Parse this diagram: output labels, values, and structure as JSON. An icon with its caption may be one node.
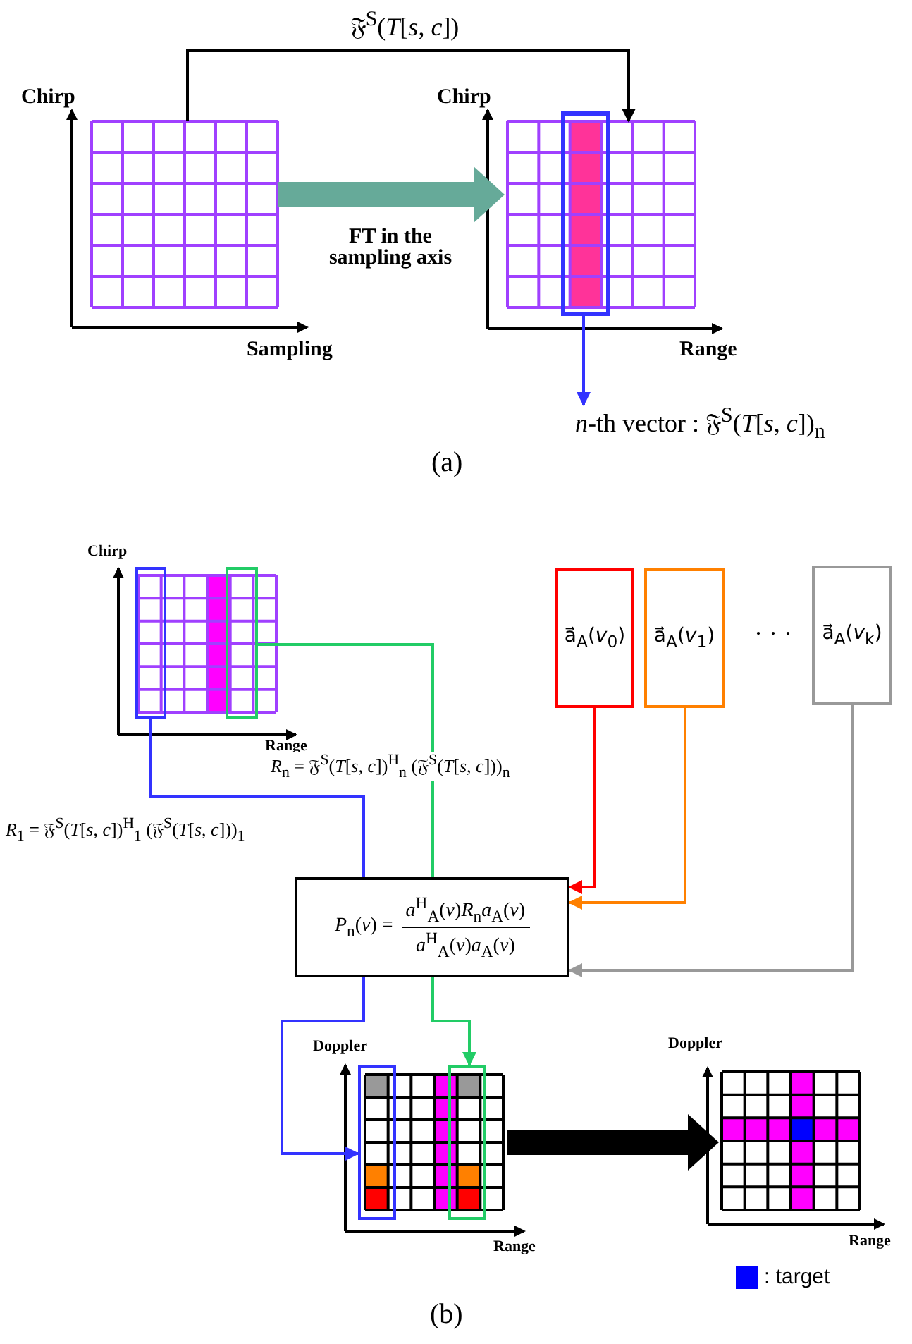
{
  "diagram": {
    "nodes": [
      {
        "text": [],
        "shape": "grid",
        "beside": [
          "Chirp",
          "Sampling"
        ]
      },
      {
        "text": [],
        "shape": "grid",
        "beside": [
          "Chirp",
          "Range"
        ]
      },
      {
        "text": [],
        "shape": "box",
        "in": 1
      },
      {
        "text": [
          "*n*-th vector :  𝔉$^{S}$(*T*[*s*, *c*])$_{n}$"
        ]
      },
      {
        "text": [],
        "shape": "grid",
        "beside": [
          "Chirp",
          "Range"
        ]
      },
      {
        "text": [],
        "shape": "box",
        "in": 4
      },
      {
        "text": [],
        "shape": "box",
        "in": 4
      },
      {
        "text": [
          "a⃗$_{A}$(*v*$_{0}$)"
        ]
      },
      {
        "text": [
          "a⃗$_{A}$(*v*$_{1}$)"
        ]
      },
      {
        "text": [
          "a⃗$_{A}$(*v*$_{k}$)"
        ]
      },
      {
        "text": [
          "*P*$_{n}$(*v*) =",
          "*a*$^{H}$$_{A}$(*v*)*R*$_{n}$*a*$_{A}$(*v*)",
          "*a*$^{H}$$_{A}$(*v*)*a*$_{A}$(*v*)"
        ]
      },
      {
        "text": [],
        "shape": "grid",
        "beside": [
          "Range"
        ]
      },
      {
        "text": [],
        "shape": "box",
        "in": 11
      },
      {
        "text": [],
        "shape": "box",
        "in": 11
      },
      {
        "text": [],
        "shape": "grid",
        "beside": [
          "Doppler",
          "Range"
        ]
      }
    ],
    "edges": [
      {
        "from": 0,
        "to": 1,
        "arrow": "to",
        "color": "#000000",
        "label": "𝔉$^{S}$(*T*[*s*, *c*])"
      },
      {
        "from": 0,
        "to": 1,
        "arrow": "to",
        "style": "thick",
        "color": "#66aa99",
        "label": "FT in the sampling axis"
      },
      {
        "from": 2,
        "to": 3,
        "arrow": "to",
        "color": "#3333ff"
      },
      {
        "from": 5,
        "to": 10,
        "arrow": "none",
        "color": "#3333ff",
        "label": "*R*$_{1}$ = 𝔉$^{S}$(*T*[*s*, *c*])$^{H}$$_{1}$ (𝔉$^{S}$(*T*[*s*, *c*]))$_{1}$"
      },
      {
        "from": 6,
        "to": 10,
        "arrow": "none",
        "color": "#22cc66",
        "label": "*R*$_{n}$ = 𝔉$^{S}$(*T*[*s*, *c*])$^{H}$$_{n}$ (𝔉$^{S}$(*T*[*s*, *c*]))$_{n}$"
      },
      {
        "from": 7,
        "to": 10,
        "arrow": "to",
        "color": "#ff0000"
      },
      {
        "from": 8,
        "to": 10,
        "arrow": "to",
        "color": "#ff8000"
      },
      {
        "from": 9,
        "to": 10,
        "arrow": "to",
        "color": "#999999"
      },
      {
        "from": 10,
        "to": 12,
        "arrow": "to",
        "color": "#3333ff"
      },
      {
        "from": 10,
        "to": 13,
        "arrow": "to",
        "color": "#22cc66"
      },
      {
        "from": 11,
        "to": 14,
        "arrow": "to",
        "style": "thick",
        "color": "#000000"
      }
    ],
    "labels": [
      "(a)",
      "· · ·",
      "Doppler",
      "(b)"
    ],
    "legend": [
      {
        "text": ": target",
        "color": "#0000ff"
      }
    ]
  }
}
